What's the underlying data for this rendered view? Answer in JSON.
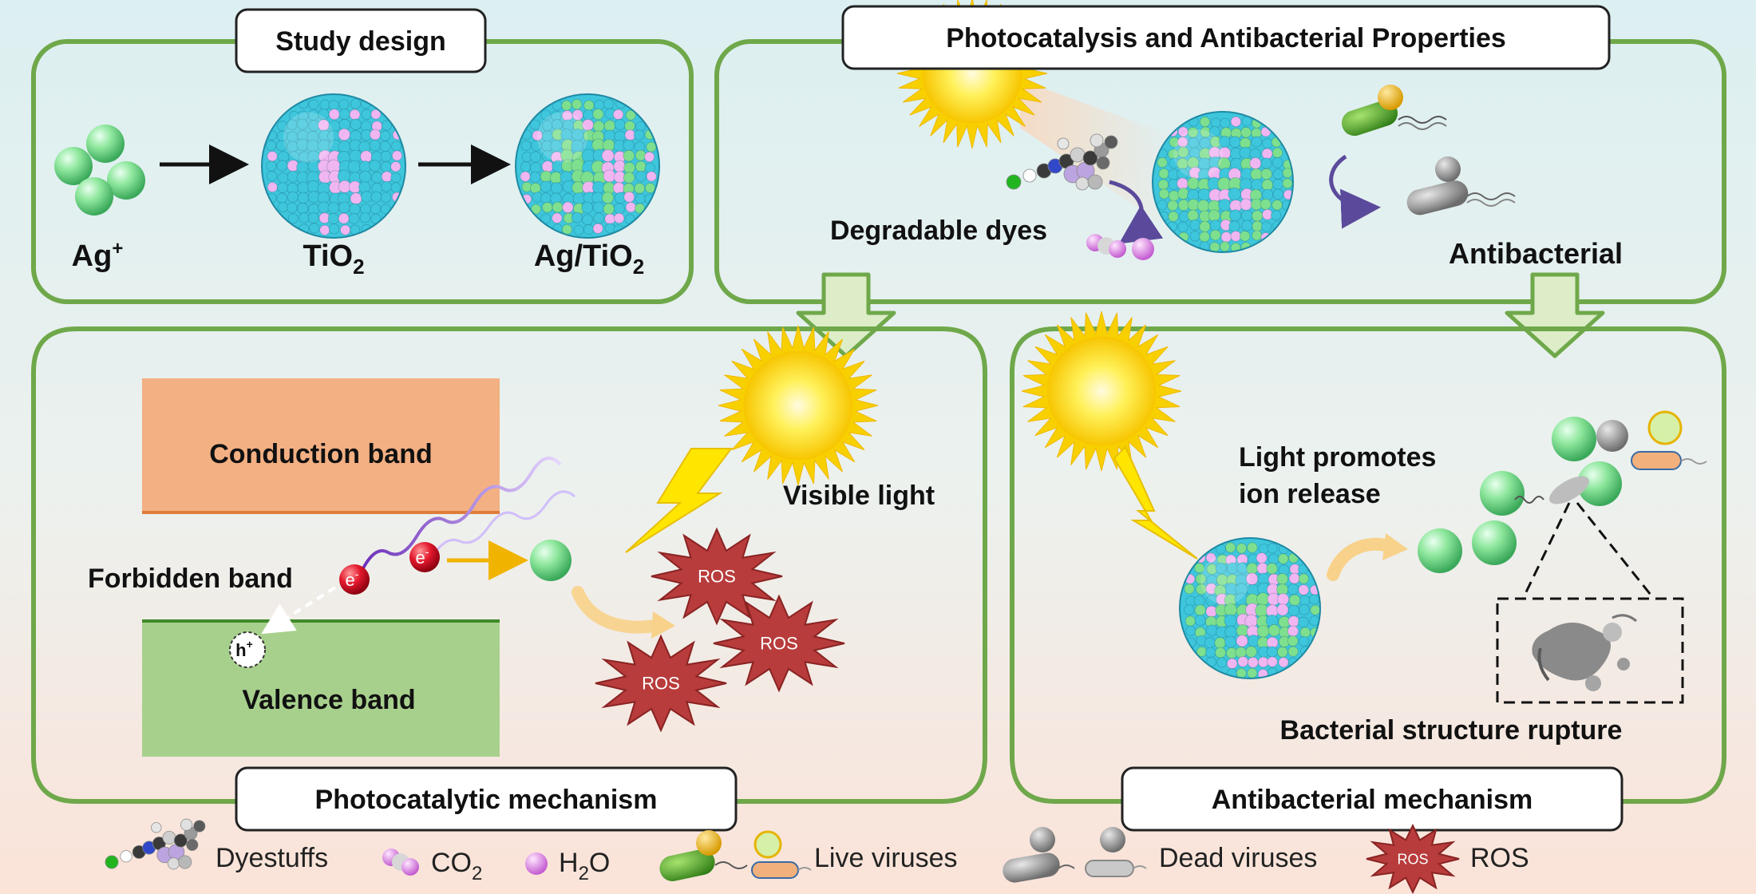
{
  "panels": {
    "study_design": {
      "title": "Study design",
      "ag_ion": "Ag",
      "ag_ion_sup": "+",
      "tio2_main": "TiO",
      "tio2_sub": "2",
      "agtio2_main": "Ag/TiO",
      "agtio2_sub": "2"
    },
    "photocatalysis": {
      "title": "Photocatalysis and Antibacterial Properties",
      "degradable_dyes": "Degradable dyes",
      "antibacterial": "Antibacterial"
    },
    "photocatalytic_mechanism": {
      "title": "Photocatalytic mechanism",
      "conduction_band": "Conduction band",
      "valence_band": "Valence band",
      "forbidden_band": "Forbidden band",
      "visible_light": "Visible light",
      "electron": "e",
      "electron_sup": "-",
      "hole": "h",
      "hole_sup": "+",
      "ros": [
        "ROS",
        "ROS",
        "ROS"
      ]
    },
    "antibacterial_mechanism": {
      "title": "Antibacterial mechanism",
      "light_line1": "Light promotes",
      "light_line2": "ion release",
      "rupture": "Bacterial structure rupture"
    }
  },
  "legend": {
    "dyestuffs": "Dyestuffs",
    "co2_main": "CO",
    "co2_sub": "2",
    "h2o_pre": "H",
    "h2o_sub": "2",
    "h2o_post": "O",
    "live_viruses": "Live viruses",
    "dead_viruses": "Dead viruses",
    "ros_badge": "ROS",
    "ros": "ROS"
  },
  "colors": {
    "panel_border": "#6fa84a",
    "conduction_band": "#f3b083",
    "valence_band": "#a8d08d",
    "ros_star": "#b83c3c",
    "ag_particle": "#7ee08e",
    "tio2_particle": "#3ec6dc",
    "sun": "#ffe000",
    "arrow_fill": "#dcedc8"
  }
}
